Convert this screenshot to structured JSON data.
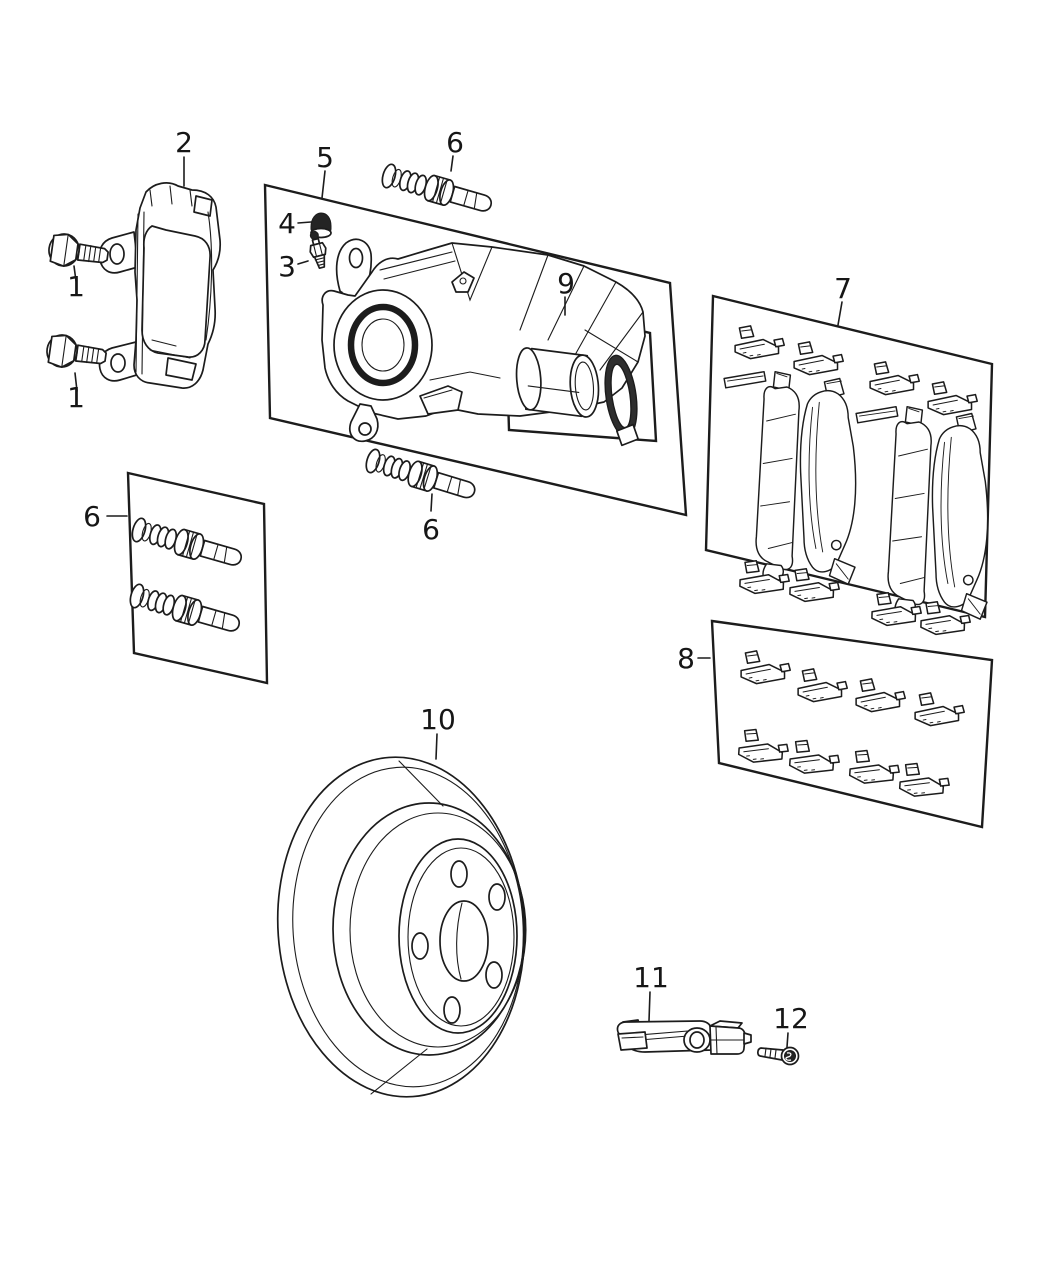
{
  "diagram": {
    "background": "#ffffff",
    "line_color": "#1c1c1c",
    "callouts": {
      "c1_top": {
        "label": "1"
      },
      "c1_bottom": {
        "label": "1"
      },
      "c2": {
        "label": "2"
      },
      "c3": {
        "label": "3"
      },
      "c4": {
        "label": "4"
      },
      "c5": {
        "label": "5"
      },
      "c6_top": {
        "label": "6"
      },
      "c6_mid": {
        "label": "6"
      },
      "c6_box": {
        "label": "6"
      },
      "c7": {
        "label": "7"
      },
      "c8": {
        "label": "8"
      },
      "c9": {
        "label": "9"
      },
      "c10": {
        "label": "10"
      },
      "c11": {
        "label": "11"
      },
      "c12": {
        "label": "12"
      }
    },
    "parts": {
      "1": "mounting-bolt",
      "2": "caliper-adapter-bracket",
      "3": "bleeder-screw",
      "4": "bleeder-screw-cap",
      "5": "caliper-housing",
      "6": "guide-pin-kit",
      "7": "brake-pad-kit",
      "8": "hardware-clip-kit",
      "9": "caliper-piston-and-boot-kit",
      "10": "brake-rotor",
      "11": "wheel-speed-sensor",
      "12": "sensor-screw"
    }
  }
}
